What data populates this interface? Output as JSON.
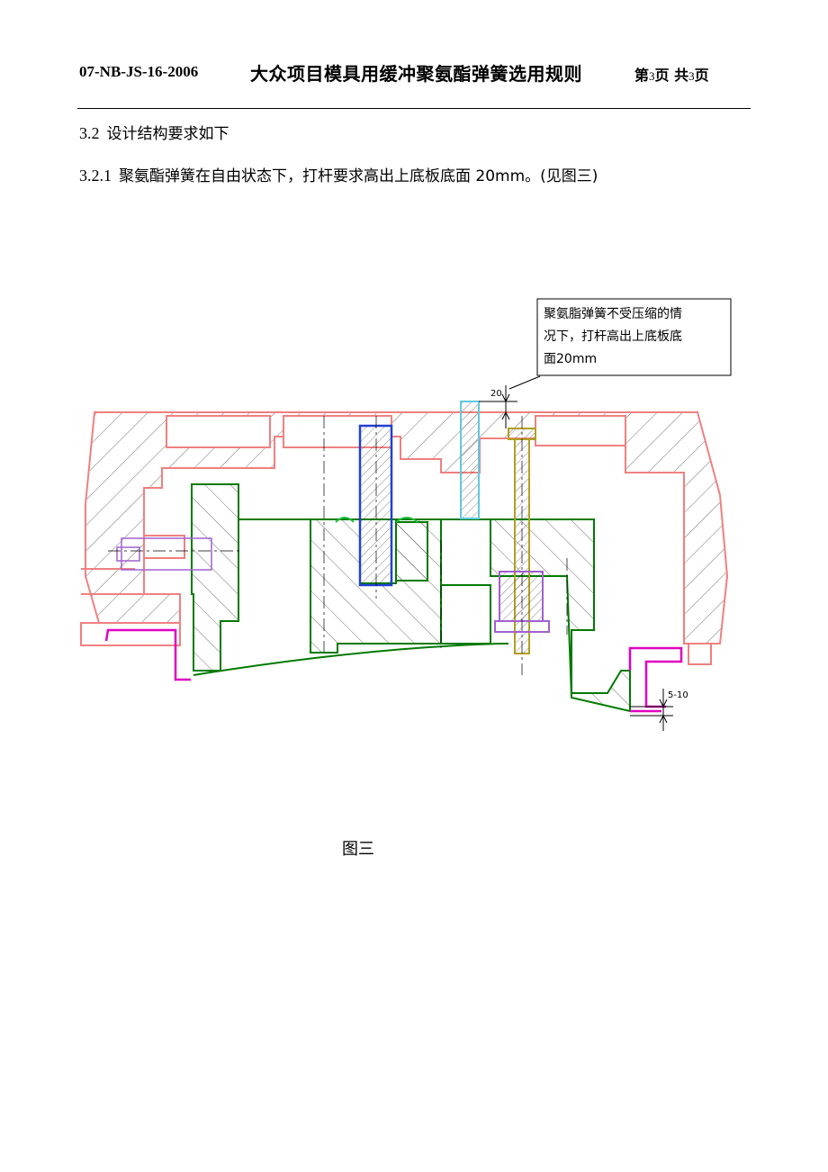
{
  "header": {
    "doc_code": "07-NB-JS-16-2006",
    "title": "大众项目模具用缓冲聚氨酯弹簧选用规则",
    "page_prefix": "第",
    "page_current": "3",
    "page_mid": "页 共",
    "page_total": "3",
    "page_suffix": "页"
  },
  "sections": {
    "s32_num": "3.2",
    "s32_text": "设计结构要求如下",
    "s321_num": "3.2.1",
    "s321_text": "聚氨酯弹簧在自由状态下，打杆要求高出上底板底面 20mm。(见图三)"
  },
  "figure": {
    "callout_line1": "聚氨脂弹簧不受压缩的情",
    "callout_line2": "况下，打杆高出上底板底",
    "callout_line3": "面20mm",
    "dim_20": "20",
    "dim_5_10": "5-10",
    "caption": "图三",
    "colors": {
      "die": "#f08080",
      "part": "#007a00",
      "pin": "#2040d0",
      "rod": "#b0a020",
      "spring": "#60c8e0",
      "bush": "#a060d0",
      "magenta": "#e000c0"
    }
  }
}
